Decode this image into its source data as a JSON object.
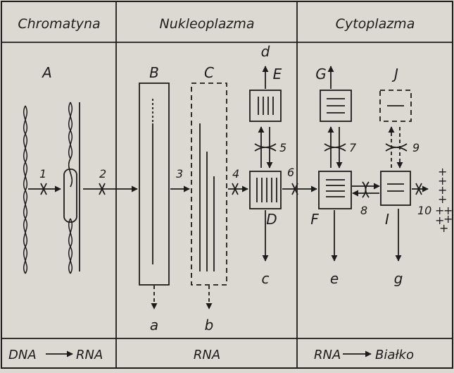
{
  "headers": [
    "Chromatyna",
    "Nukleoplazma",
    "Cytoplazma"
  ],
  "footers": {
    "chromatyna": {
      "left": "DNA",
      "right": "RNA"
    },
    "nukleoplazma": "RNA",
    "cytoplazma": {
      "left": "RNA",
      "right": "Białko"
    }
  },
  "labels": {
    "A": "A",
    "B": "B",
    "C": "C",
    "D": "D",
    "E": "E",
    "F": "F",
    "G": "G",
    "I": "I",
    "J": "J",
    "a": "a",
    "b": "b",
    "c": "c",
    "d": "d",
    "e": "e",
    "g": "g"
  },
  "steps": [
    "1",
    "2",
    "3",
    "4",
    "5",
    "6",
    "7",
    "8",
    "9",
    "10"
  ],
  "plus_marks": [
    "+",
    "+",
    "+",
    "+",
    "+",
    "+",
    "+",
    "+",
    "+"
  ],
  "colors": {
    "background": "#dcd9d2",
    "ink": "#1c1c1c"
  }
}
